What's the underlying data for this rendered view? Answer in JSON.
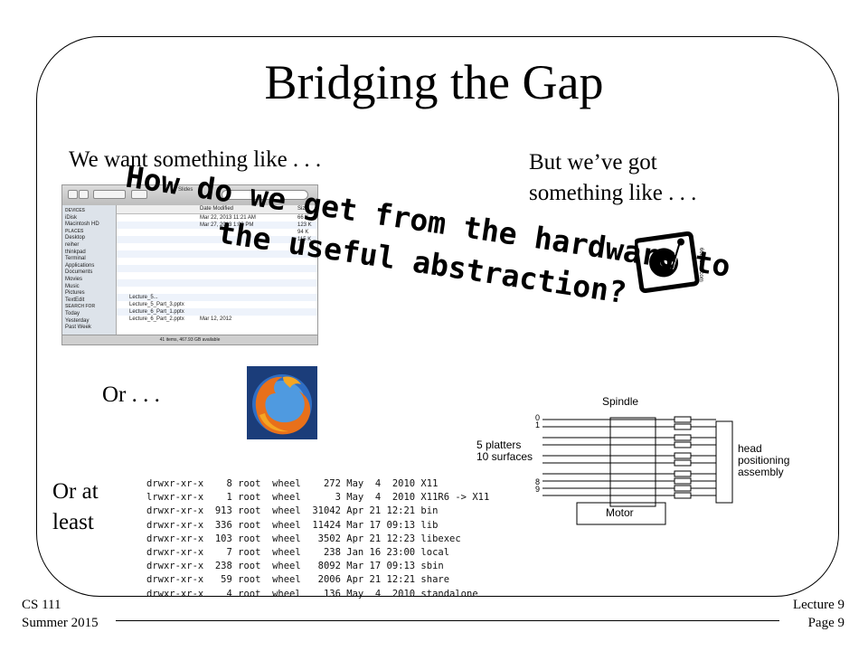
{
  "slide": {
    "title": "Bridging the Gap",
    "want_text": "We want something like . . .",
    "got_text_line1": "But we’ve got",
    "got_text_line2": "something like . . .",
    "or_text": "Or . . .",
    "or_at_least_line1": "Or at",
    "or_at_least_line2": "least",
    "overlay_line1": "How do we get from the hardware to",
    "overlay_line2": "the useful abstraction?"
  },
  "finder": {
    "window_title": "Slides",
    "sidebar": [
      {
        "label": "DEVICES",
        "header": true
      },
      {
        "label": "iDisk"
      },
      {
        "label": "Macintosh HD"
      },
      {
        "label": "PLACES",
        "header": true
      },
      {
        "label": "Desktop"
      },
      {
        "label": "reiher"
      },
      {
        "label": "thinkpad"
      },
      {
        "label": "Terminal"
      },
      {
        "label": "Applications"
      },
      {
        "label": "Documents"
      },
      {
        "label": "Movies"
      },
      {
        "label": "Music"
      },
      {
        "label": "Pictures"
      },
      {
        "label": "TextEdit"
      },
      {
        "label": "SEARCH FOR",
        "header": true
      },
      {
        "label": "Today"
      },
      {
        "label": "Yesterday"
      },
      {
        "label": "Past Week"
      }
    ],
    "columns": [
      "Date Modified",
      "Size"
    ],
    "rows": [
      {
        "name": "",
        "date": "Mar 22, 2013 11:21 AM",
        "size": "66 K"
      },
      {
        "name": "",
        "date": "Mar 27, 2013 1:03 PM",
        "size": "123 K"
      },
      {
        "name": "",
        "date": "",
        "size": "94 K"
      },
      {
        "name": "",
        "date": "",
        "size": "115 K"
      },
      {
        "name": "",
        "date": "",
        "size": ""
      },
      {
        "name": "",
        "date": "",
        "size": ""
      },
      {
        "name": "",
        "date": "",
        "size": ""
      },
      {
        "name": "",
        "date": "",
        "size": ""
      },
      {
        "name": "",
        "date": "",
        "size": ""
      },
      {
        "name": "",
        "date": "",
        "size": ""
      },
      {
        "name": "",
        "date": "",
        "size": ""
      },
      {
        "name": "Lecture_5...",
        "date": "",
        "size": ""
      },
      {
        "name": "Lecture_5_Part_3.pptx",
        "date": "",
        "size": ""
      },
      {
        "name": "Lecture_6_Part_1.pptx",
        "date": "",
        "size": ""
      },
      {
        "name": "Lecture_6_Part_2.pptx",
        "date": "Mar 12, 2012",
        "size": ""
      }
    ],
    "status": "41 items, 467.93 GB available"
  },
  "disk_caption": "60662PS.com",
  "ls_lines": [
    "drwxr-xr-x    8 root  wheel    272 May  4  2010 X11",
    "lrwxr-xr-x    1 root  wheel      3 May  4  2010 X11R6 -> X11",
    "drwxr-xr-x  913 root  wheel  31042 Apr 21 12:21 bin",
    "drwxr-xr-x  336 root  wheel  11424 Mar 17 09:13 lib",
    "drwxr-xr-x  103 root  wheel   3502 Apr 21 12:23 libexec",
    "drwxr-xr-x    7 root  wheel    238 Jan 16 23:00 local",
    "drwxr-xr-x  238 root  wheel   8092 Mar 17 09:13 sbin",
    "drwxr-xr-x   59 root  wheel   2006 Apr 21 12:21 share",
    "drwxr-xr-x    4 root  wheel    136 May  4  2010 standalone"
  ],
  "diagram": {
    "spindle": "Spindle",
    "platters_line1": "5 platters",
    "platters_line2": "10 surfaces",
    "head_line1": "head",
    "head_line2": "positioning",
    "head_line3": "assembly",
    "motor": "Motor",
    "surface_top_0": "0",
    "surface_top_1": "1",
    "surface_bot_8": "8",
    "surface_bot_9": "9"
  },
  "footer": {
    "course": "CS 111",
    "term": "Summer 2015",
    "lecture": "Lecture 9",
    "page": "Page 9"
  }
}
